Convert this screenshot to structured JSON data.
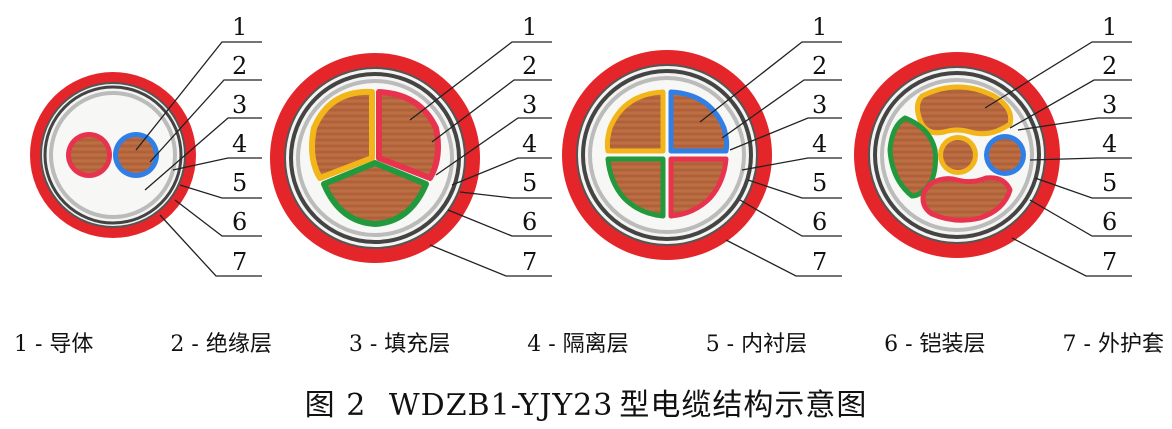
{
  "cables": [
    {
      "labels": [
        "1",
        "2",
        "3",
        "4",
        "5",
        "6",
        "7"
      ]
    },
    {
      "labels": [
        "1",
        "2",
        "3",
        "4",
        "5",
        "6",
        "7"
      ]
    },
    {
      "labels": [
        "1",
        "2",
        "3",
        "4",
        "5",
        "6",
        "7"
      ]
    },
    {
      "labels": [
        "1",
        "2",
        "3",
        "4",
        "5",
        "6",
        "7"
      ]
    }
  ],
  "legend": [
    "1 - 导体",
    "2 - 绝缘层",
    "3 - 填充层",
    "4 - 隔离层",
    "5 - 内衬层",
    "6 - 铠装层",
    "7 - 外护套"
  ],
  "caption": {
    "figure": "图 2",
    "model": "WDZB1-YJY23",
    "title": "型电缆结构示意图"
  },
  "colors": {
    "sheath": "#e4262b",
    "filler": "#f4f4f2",
    "copper": "#b8683f",
    "insulation_red": "#e8334f",
    "insulation_blue": "#2f7fe6",
    "insulation_yellow": "#f2b61a",
    "insulation_green": "#22993c",
    "armour": "#4a4a4a",
    "line": "#222222"
  }
}
